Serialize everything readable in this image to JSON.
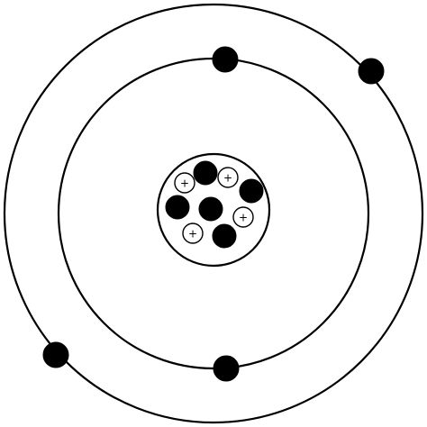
{
  "diagram": {
    "subject": "atom",
    "shells": [
      {
        "name": "inner-shell",
        "electrons": 2
      },
      {
        "name": "outer-shell",
        "electrons": 2
      }
    ],
    "nucleus": {
      "protons": 4,
      "neutrons": 5,
      "proton_symbol": "+"
    },
    "colors": {
      "electron": "#000000",
      "neutron": "#000000",
      "proton": "#ffffff",
      "line": "#000000",
      "background": "#ffffff"
    }
  }
}
